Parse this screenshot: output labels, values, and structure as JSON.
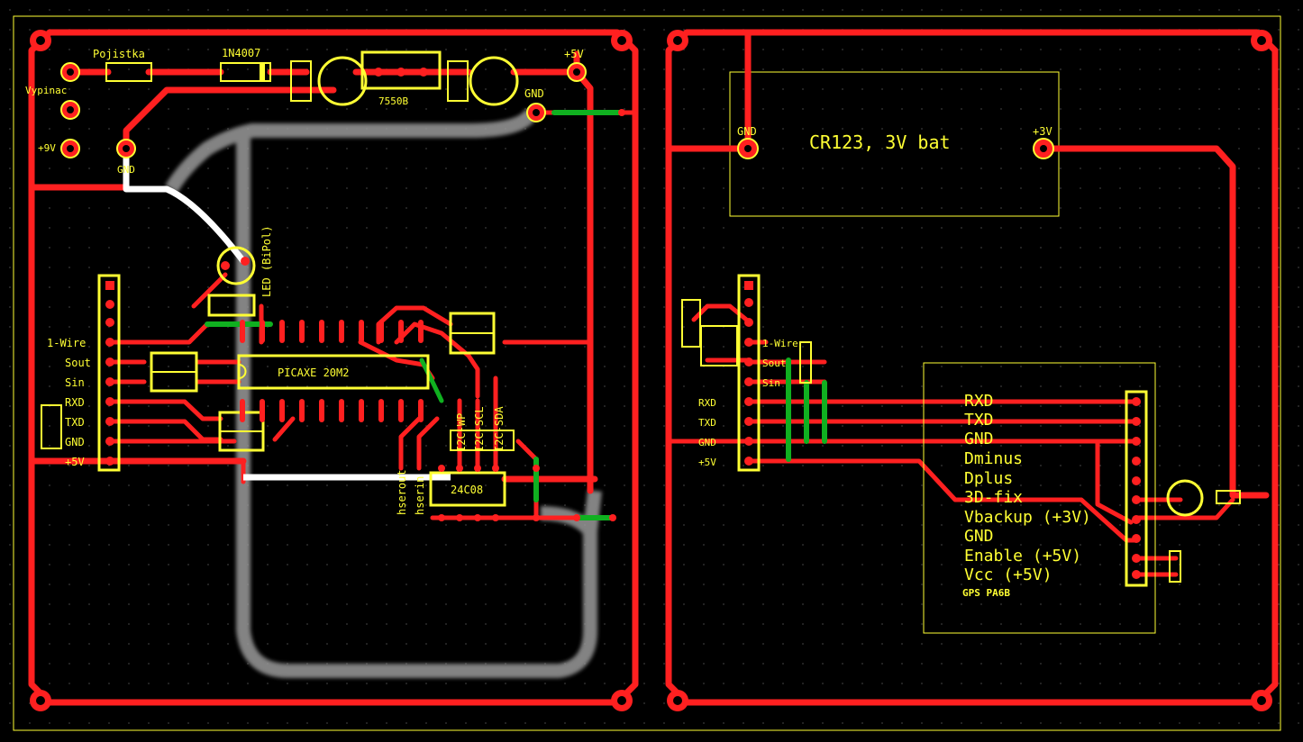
{
  "board_left": {
    "labels": {
      "fuse": "Pojistka",
      "diode": "1N4007",
      "regulator": "7550B",
      "switch": "Vypinac",
      "plus9v": "+9V",
      "plus5v": "+5V",
      "gnd_top": "GND",
      "gnd_left": "GND",
      "led": "LED (BiPol)",
      "chip": "PICAXE 20M2",
      "eeprom": "24C08",
      "i2c_wp": "I2C-WP",
      "i2c_scl": "I2C-SCL",
      "i2c_sda": "I2C-SDA",
      "hserout": "hserout",
      "hserin": "hserin"
    },
    "header_pins": [
      "1-Wire",
      "Sout",
      "Sin",
      "RXD",
      "TXD",
      "GND",
      "+5V"
    ]
  },
  "board_right": {
    "labels": {
      "battery": "CR123, 3V bat",
      "gnd": "GND",
      "plus3v": "+3V",
      "gps_module": "GPS PA6B"
    },
    "header_pins": [
      "1-Wire",
      "Sout",
      "Sin",
      "RXD",
      "TXD",
      "GND",
      "+5V"
    ],
    "gps_pins": [
      "RXD",
      "TXD",
      "GND",
      "Dminus",
      "Dplus",
      "3D-fix",
      "Vbackup (+3V)",
      "GND",
      "Enable (+5V)",
      "Vcc (+5V)"
    ]
  },
  "colors": {
    "copper": "#ff2020",
    "silkscreen": "#ffff33",
    "jumper": "#10b020",
    "background": "#000000"
  }
}
